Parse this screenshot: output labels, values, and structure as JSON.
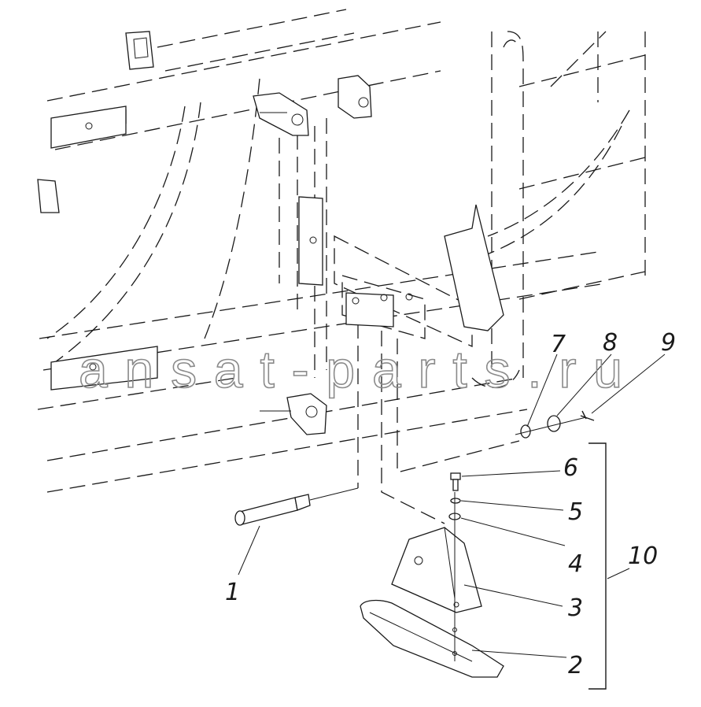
{
  "watermark": "ansat-parts.ru",
  "callouts": {
    "c1": "1",
    "c2": "2",
    "c3": "3",
    "c4": "4",
    "c5": "5",
    "c6": "6",
    "c7": "7",
    "c8": "8",
    "c9": "9",
    "c10": "10"
  }
}
